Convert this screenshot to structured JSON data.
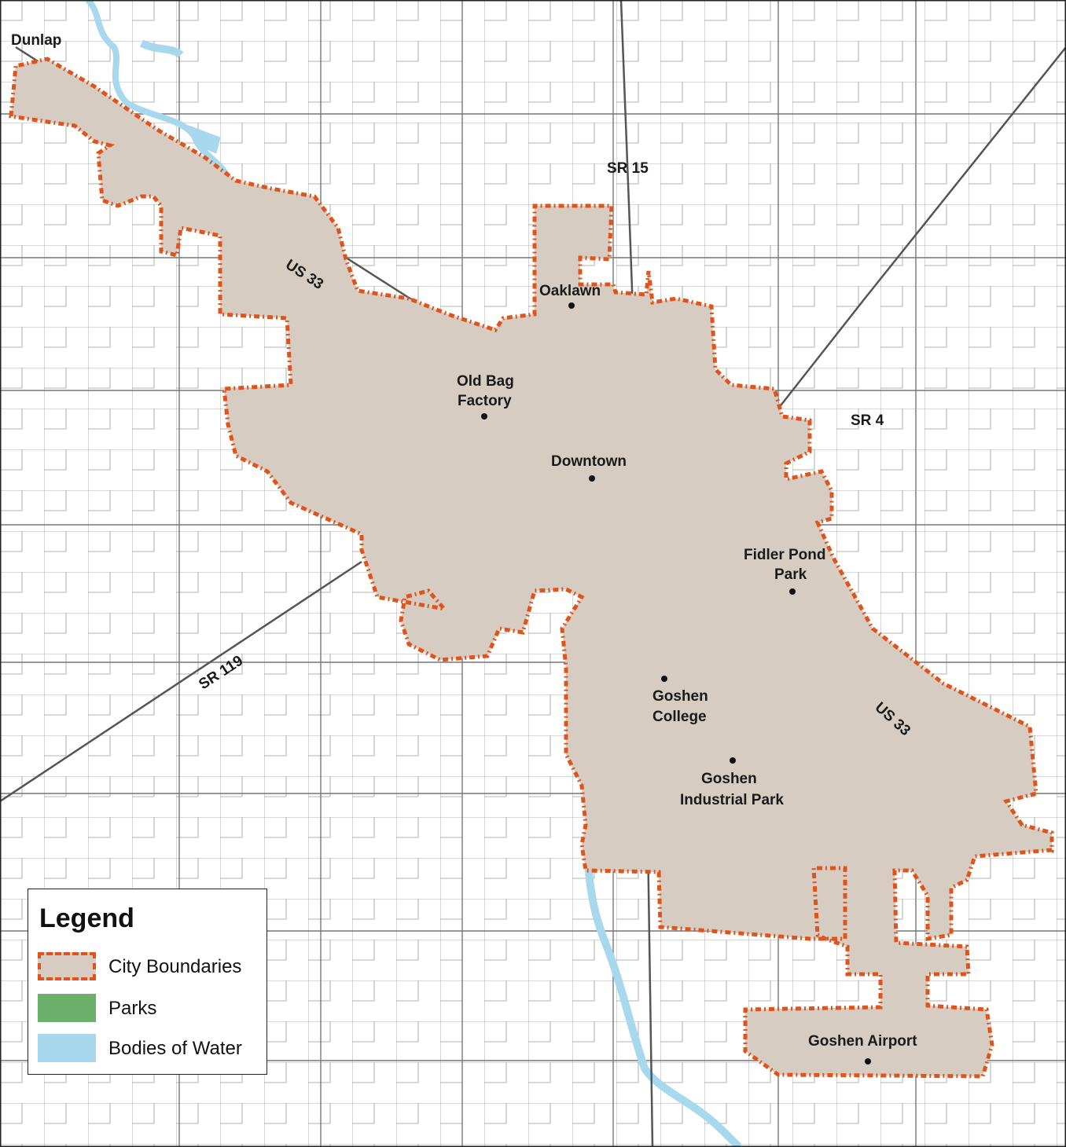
{
  "colors": {
    "city_fill": "#d6ccc2",
    "city_border": "#e0541b",
    "park": "#6aaf6a",
    "water": "#a8d8ee",
    "road": "#8c8c8c",
    "urban_street": "#a79e94",
    "background": "#ffffff"
  },
  "place_labels": [
    {
      "id": "dunlap",
      "text": "Dunlap"
    },
    {
      "id": "sr15",
      "text": "SR 15"
    },
    {
      "id": "us33-north",
      "text": "US 33"
    },
    {
      "id": "oaklawn",
      "text": "Oaklawn"
    },
    {
      "id": "old-bag-factory-1",
      "text": "Old Bag"
    },
    {
      "id": "old-bag-factory-2",
      "text": "Factory"
    },
    {
      "id": "downtown",
      "text": "Downtown"
    },
    {
      "id": "sr4",
      "text": "SR 4"
    },
    {
      "id": "fidler-pond-1",
      "text": "Fidler Pond"
    },
    {
      "id": "fidler-pond-2",
      "text": "Park"
    },
    {
      "id": "sr119",
      "text": "SR 119"
    },
    {
      "id": "goshen-college-1",
      "text": "Goshen"
    },
    {
      "id": "goshen-college-2",
      "text": "College"
    },
    {
      "id": "us33-south",
      "text": "US 33"
    },
    {
      "id": "goshen-industrial-1",
      "text": "Goshen"
    },
    {
      "id": "goshen-industrial-2",
      "text": "Industrial Park"
    },
    {
      "id": "goshen-airport",
      "text": "Goshen Airport"
    }
  ],
  "legend": {
    "title": "Legend",
    "items": [
      {
        "label": "City Boundaries",
        "symbol": "city-boundary"
      },
      {
        "label": "Parks",
        "symbol": "park"
      },
      {
        "label": "Bodies of Water",
        "symbol": "water"
      }
    ]
  }
}
